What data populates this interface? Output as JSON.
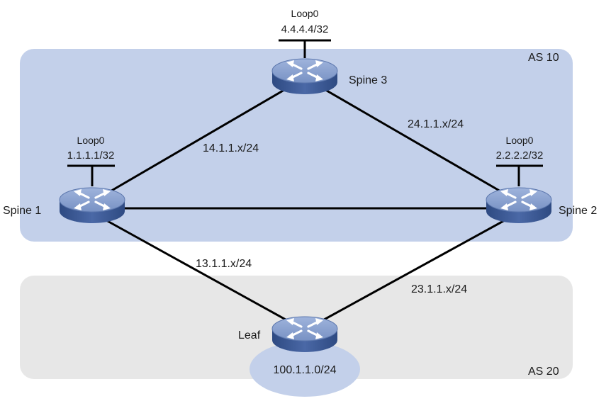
{
  "areas": {
    "as10": {
      "label": "AS 10",
      "fill": "#c3d0ea"
    },
    "as20": {
      "label": "AS 20",
      "fill": "#e7e7e7"
    }
  },
  "links": {
    "spine1_spine3": {
      "subnet": "14.1.1.x/24"
    },
    "spine3_spine2": {
      "subnet": "24.1.1.x/24"
    },
    "spine1_leaf": {
      "subnet": "13.1.1.x/24"
    },
    "spine2_leaf": {
      "subnet": "23.1.1.x/24"
    }
  },
  "devices": {
    "spine1": {
      "name": "Spine 1",
      "loopback": {
        "name": "Loop0",
        "address": "1.1.1.1/32"
      }
    },
    "spine2": {
      "name": "Spine 2",
      "loopback": {
        "name": "Loop0",
        "address": "2.2.2.2/32"
      }
    },
    "spine3": {
      "name": "Spine 3",
      "loopback": {
        "name": "Loop0",
        "address": "4.4.4.4/32"
      }
    },
    "leaf": {
      "name": "Leaf",
      "network": {
        "address": "100.1.1.0/24",
        "fill": "#c3d0ea"
      }
    }
  },
  "colors": {
    "router_top": "#8aa2cf",
    "router_side": "#3d5a94",
    "router_arrows": "#ffffff",
    "line": "#000000"
  }
}
